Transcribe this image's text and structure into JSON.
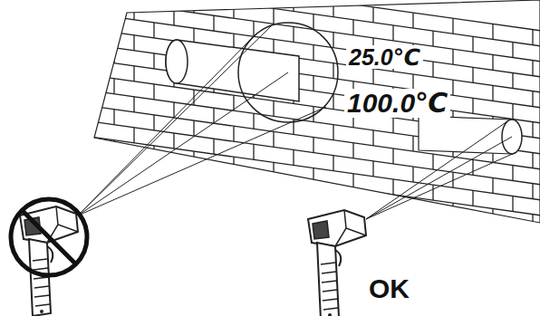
{
  "diagram": {
    "labels": [
      "25.0℃",
      "100.0℃",
      "OK"
    ]
  }
}
